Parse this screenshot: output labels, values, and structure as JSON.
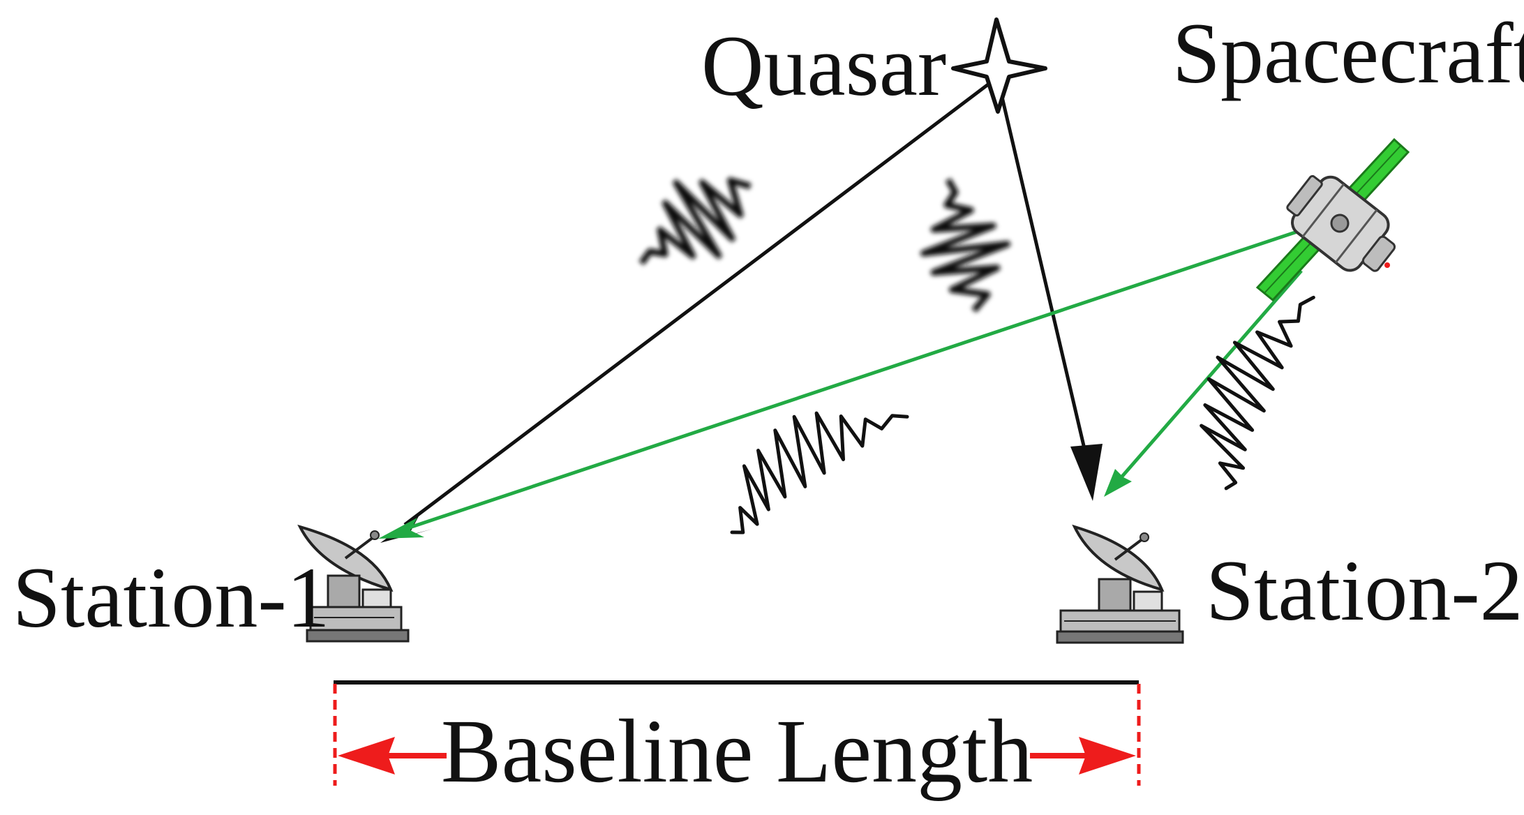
{
  "labels": {
    "quasar": "Quasar",
    "spacecraft": "Spacecraft",
    "station1": "Station-1",
    "station2": "Station-2",
    "baseline": "Baseline Length"
  },
  "colors": {
    "quasar_signal": "#111111",
    "spacecraft_signal": "#22aa44",
    "baseline_marker": "#ee1c1c",
    "solar_panel": "#33cc33",
    "text": "#111111"
  },
  "icons": {
    "quasar": "four-point-star-icon",
    "spacecraft": "satellite-icon",
    "station1": "radio-telescope-dish-icon",
    "station2": "radio-telescope-dish-icon",
    "waveform": "radio-waveform-icon",
    "baseline_arrows": "double-headed-arrow-icon"
  }
}
